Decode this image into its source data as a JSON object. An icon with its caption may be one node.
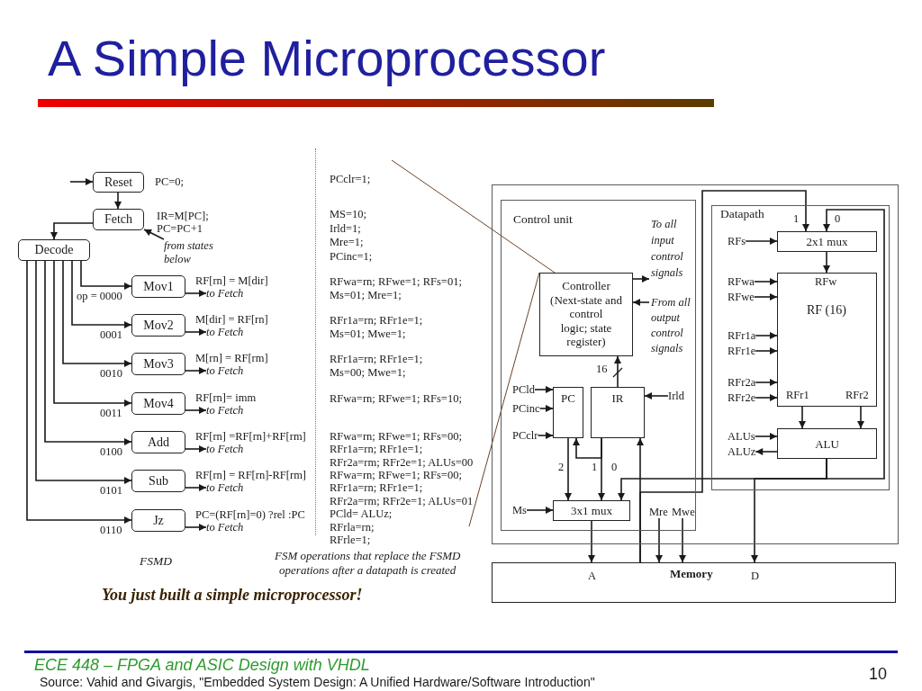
{
  "diagram": {
    "title": "A Simple Microprocessor",
    "nodes": [
      {
        "text": [
          "Reset"
        ],
        "beside": [
          "PC=0;"
        ]
      },
      {
        "text": [
          "Fetch"
        ],
        "beside": [
          "IR=M[PC]; PC=PC+1"
        ]
      },
      {
        "text": [
          "from states below"
        ]
      },
      {
        "text": [
          "Decode"
        ]
      },
      {
        "text": [
          "Mov1"
        ]
      },
      {
        "text": [
          "to Fetch"
        ]
      },
      {
        "text": [
          "Mov2"
        ]
      },
      {
        "text": [
          "to Fetch"
        ]
      },
      {
        "text": [
          "Mov3"
        ]
      },
      {
        "text": [
          "to Fetch"
        ]
      },
      {
        "text": [
          "Mov4"
        ]
      },
      {
        "text": [
          "to Fetch"
        ]
      },
      {
        "text": [
          "Add"
        ]
      },
      {
        "text": [
          "to Fetch"
        ]
      },
      {
        "text": [
          "Sub"
        ]
      },
      {
        "text": [
          "to Fetch"
        ]
      },
      {
        "text": [
          "Jz"
        ]
      },
      {
        "text": [
          "to Fetch"
        ]
      },
      {
        "text": [],
        "shape": "box"
      },
      {
        "text": [
          "Control unit"
        ],
        "in": 18
      },
      {
        "text": [
          "To all input control signals"
        ],
        "in": 19
      },
      {
        "text": [
          "Controller (Next-state and control logic; state register)"
        ],
        "in": 19
      },
      {
        "text": [
          "From all output control signals"
        ],
        "in": 19
      },
      {
        "text": [
          "PCld"
        ],
        "in": 19
      },
      {
        "text": [
          "PCinc"
        ],
        "in": 19
      },
      {
        "text": [
          "PCclr"
        ],
        "in": 19
      },
      {
        "text": [
          "PC"
        ],
        "in": 19
      },
      {
        "text": [
          "IR"
        ],
        "in": 19
      },
      {
        "text": [
          "Irld"
        ],
        "in": 19
      },
      {
        "text": [
          "Ms"
        ],
        "in": 19
      },
      {
        "text": [
          "3x1 mux"
        ],
        "in": 19
      },
      {
        "text": [
          "Mre"
        ],
        "in": 19
      },
      {
        "text": [
          "Mwe"
        ],
        "in": 19
      },
      {
        "text": [
          "Datapath"
        ],
        "in": 18
      },
      {
        "text": [
          "RFs"
        ],
        "in": 33
      },
      {
        "text": [
          "2x1 mux"
        ],
        "in": 33
      },
      {
        "text": [
          "RFwa"
        ],
        "in": 33
      },
      {
        "text": [
          "RFwe"
        ],
        "in": 33
      },
      {
        "text": [
          "RFr1a"
        ],
        "in": 33
      },
      {
        "text": [
          "RFr1e"
        ],
        "in": 33
      },
      {
        "text": [
          "RFr2a"
        ],
        "in": 33
      },
      {
        "text": [
          "RFr2e"
        ],
        "in": 33
      },
      {
        "text": [
          "RFw",
          "RF (16)",
          "RFr1",
          "RFr2"
        ],
        "in": 33
      },
      {
        "text": [
          "ALUs"
        ],
        "in": 33
      },
      {
        "text": [
          "ALU"
        ],
        "in": 33
      },
      {
        "text": [
          "ALUz"
        ],
        "in": 33
      },
      {
        "text": [
          "A",
          "Memory",
          "D"
        ]
      }
    ],
    "edges": [
      {
        "from": null,
        "to": 0,
        "arrow": "to"
      },
      {
        "from": 0,
        "to": 1,
        "arrow": "to"
      },
      {
        "from": 2,
        "to": 1,
        "arrow": "to"
      },
      {
        "from": 1,
        "to": 3,
        "arrow": "to"
      },
      {
        "from": 3,
        "to": 4,
        "arrow": "to",
        "label": "op = 0000"
      },
      {
        "from": 4,
        "to": 5,
        "arrow": "to"
      },
      {
        "from": 3,
        "to": 6,
        "arrow": "to",
        "label": "0001"
      },
      {
        "from": 6,
        "to": 7,
        "arrow": "to"
      },
      {
        "from": 3,
        "to": 8,
        "arrow": "to",
        "label": "0010"
      },
      {
        "from": 8,
        "to": 9,
        "arrow": "to"
      },
      {
        "from": 3,
        "to": 10,
        "arrow": "to",
        "label": "0011"
      },
      {
        "from": 10,
        "to": 11,
        "arrow": "to"
      },
      {
        "from": 3,
        "to": 12,
        "arrow": "to",
        "label": "0100"
      },
      {
        "from": 12,
        "to": 13,
        "arrow": "to"
      },
      {
        "from": 3,
        "to": 14,
        "arrow": "to",
        "label": "0101"
      },
      {
        "from": 14,
        "to": 15,
        "arrow": "to"
      },
      {
        "from": 3,
        "to": 16,
        "arrow": "to",
        "label": "0110"
      },
      {
        "from": 16,
        "to": 17,
        "arrow": "to"
      },
      {
        "from": 21,
        "to": null,
        "arrow": "none",
        "color": "#6b4226"
      },
      {
        "from": 21,
        "to": null,
        "arrow": "none",
        "color": "#6b4226"
      },
      {
        "from": 21,
        "to": 20,
        "arrow": "to"
      },
      {
        "from": 22,
        "to": 21,
        "arrow": "to"
      },
      {
        "from": 27,
        "to": 21,
        "arrow": "to",
        "label": "16"
      },
      {
        "from": 23,
        "to": 26,
        "arrow": "to"
      },
      {
        "from": 24,
        "to": 26,
        "arrow": "to"
      },
      {
        "from": 25,
        "to": 26,
        "arrow": "to"
      },
      {
        "from": 28,
        "to": 27,
        "arrow": "to"
      },
      {
        "from": 26,
        "to": 30,
        "arrow": "to",
        "label": "2"
      },
      {
        "from": 27,
        "to": 30,
        "arrow": "to",
        "label": "1"
      },
      {
        "from": 27,
        "to": 26,
        "arrow": "to"
      },
      {
        "from": 44,
        "to": 30,
        "arrow": "to",
        "label": "0"
      },
      {
        "from": 29,
        "to": 30,
        "arrow": "to"
      },
      {
        "from": 30,
        "to": 46,
        "arrow": "to"
      },
      {
        "from": 31,
        "to": 46,
        "arrow": "to"
      },
      {
        "from": 32,
        "to": 46,
        "arrow": "to"
      },
      {
        "from": 46,
        "to": 27,
        "arrow": "to"
      },
      {
        "from": 46,
        "to": 35,
        "arrow": "to",
        "label": "1"
      },
      {
        "from": 44,
        "to": 35,
        "arrow": "to",
        "label": "0"
      },
      {
        "from": 34,
        "to": 35,
        "arrow": "to"
      },
      {
        "from": 35,
        "to": 42,
        "arrow": "to"
      },
      {
        "from": 36,
        "to": 42,
        "arrow": "to"
      },
      {
        "from": 37,
        "to": 42,
        "arrow": "to"
      },
      {
        "from": 38,
        "to": 42,
        "arrow": "to"
      },
      {
        "from": 39,
        "to": 42,
        "arrow": "to"
      },
      {
        "from": 40,
        "to": 42,
        "arrow": "to"
      },
      {
        "from": 41,
        "to": 42,
        "arrow": "to"
      },
      {
        "from": 42,
        "to": 44,
        "arrow": "to"
      },
      {
        "from": 42,
        "to": 44,
        "arrow": "to"
      },
      {
        "from": 43,
        "to": 44,
        "arrow": "to"
      },
      {
        "from": 44,
        "to": 45,
        "arrow": "to"
      },
      {
        "from": 44,
        "to": 46,
        "arrow": "to"
      }
    ],
    "labels": [
      "RF[rn] = M[dir]",
      "M[dir] = RF[rn]",
      "M[rn] = RF[rm]",
      "RF[rn]= imm",
      "RF[rn] =RF[rn]+RF[rm]",
      "RF[rn] = RF[rn]-RF[rm]",
      "PC=(RF[rn]=0) ?rel :PC",
      "PCclr=1;",
      "MS=10; Irld=1; Mre=1; PCinc=1;",
      "RFwa=rn; RFwe=1; RFs=01; Ms=01; Mre=1;",
      "RFr1a=rn; RFr1e=1; Ms=01; Mwe=1;",
      "RFr1a=rn; RFr1e=1; Ms=00; Mwe=1;",
      "RFwa=rn; RFwe=1; RFs=10;",
      "RFwa=rn; RFwe=1; RFs=00; RFr1a=rn; RFr1e=1; RFr2a=rm; RFr2e=1; ALUs=00",
      "RFwa=rn; RFwe=1; RFs=00; RFr1a=rn; RFr1e=1; RFr2a=rm; RFr2e=1; ALUs=01",
      "PCld= ALUz; RFrla=rn; RFrle=1;",
      "FSMD",
      "FSM operations that replace the FSMD operations after a datapath is created",
      "You just built a simple microprocessor!",
      "ECE 448 – FPGA and ASIC Design with VHDL",
      "Source: Vahid and Givargis, \"Embedded System Design: A Unified Hardware/Software Introduction\"",
      "10"
    ]
  }
}
